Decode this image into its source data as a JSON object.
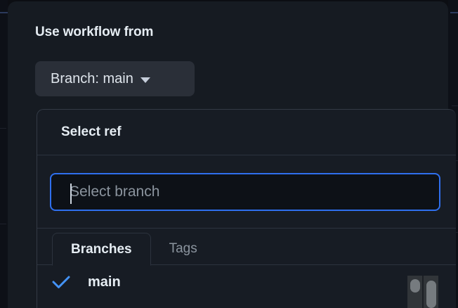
{
  "dialog": {
    "title": "Use workflow from",
    "branch_button": {
      "label": "Branch: main",
      "caret_icon": "chevron-down-icon"
    }
  },
  "ref_popover": {
    "header_title": "Select ref",
    "search": {
      "placeholder": "Select branch",
      "value": "",
      "focused": true,
      "focus_color": "#2f6fed"
    },
    "tabs": [
      {
        "label": "Branches",
        "active": true
      },
      {
        "label": "Tags",
        "active": false
      }
    ],
    "items": [
      {
        "label": "main",
        "selected": true,
        "check_icon": "check-icon"
      }
    ]
  },
  "colors": {
    "page_background": "#0d1017",
    "dialog_background": "#161b22",
    "popover_background": "#171c24",
    "border": "#2c333e",
    "text_primary": "#e6edf3",
    "text_muted": "#8b949e",
    "accent_blue": "#2f6fed",
    "check_blue": "#4493f8",
    "pill_background": "#2a2f38",
    "input_background": "#0d1117"
  },
  "scrollbars": [
    {
      "name": "outer-scrollbar",
      "thumb_position": "top"
    },
    {
      "name": "inner-scrollbar",
      "thumb_position": "top"
    }
  ]
}
